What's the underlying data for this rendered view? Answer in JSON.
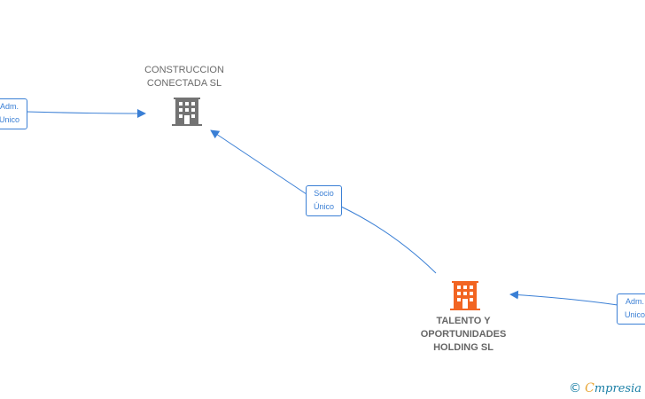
{
  "nodes": {
    "construccion": {
      "name_line1": "CONSTRUCCION",
      "name_line2": "CONECTADA  SL",
      "color": "#737373"
    },
    "talento": {
      "name_line1": "TALENTO Y",
      "name_line2": "OPORTUNIDADES",
      "name_line3": "HOLDING  SL",
      "color": "#f26522"
    }
  },
  "edges": {
    "left_adm": {
      "line1": "Adm.",
      "line2": "Unico"
    },
    "socio": {
      "line1": "Socio",
      "line2": "Único"
    },
    "right_adm": {
      "line1": "Adm.",
      "line2": "Unico"
    }
  },
  "colors": {
    "edge": "#3a7fd5"
  },
  "watermark": {
    "copyright": "©",
    "brand_first": "C",
    "brand_rest": "mpresia"
  }
}
